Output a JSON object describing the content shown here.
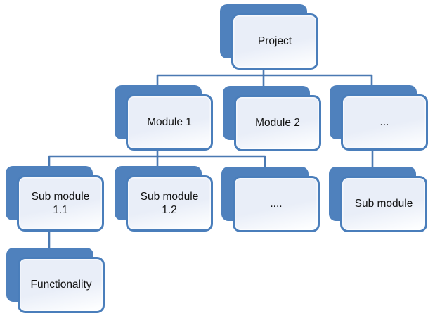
{
  "diagram": {
    "type": "hierarchy-tree",
    "nodes": [
      {
        "id": "project",
        "label": "Project",
        "level": 1
      },
      {
        "id": "module-1",
        "label": "Module 1",
        "level": 2
      },
      {
        "id": "module-2",
        "label": "Module 2",
        "level": 2
      },
      {
        "id": "modules-ellipsis",
        "label": "...",
        "level": 2
      },
      {
        "id": "sub-module-1-1",
        "label": "Sub module 1.1",
        "level": 3
      },
      {
        "id": "sub-module-1-2",
        "label": "Sub module 1.2",
        "level": 3
      },
      {
        "id": "sub-modules-ellipsis",
        "label": "....",
        "level": 3
      },
      {
        "id": "sub-module",
        "label": "Sub module",
        "level": 3
      },
      {
        "id": "functionality",
        "label": "Functionality",
        "level": 4
      }
    ],
    "edges": [
      {
        "from": "project",
        "to": "module-1"
      },
      {
        "from": "project",
        "to": "module-2"
      },
      {
        "from": "project",
        "to": "modules-ellipsis"
      },
      {
        "from": "module-1",
        "to": "sub-module-1-1"
      },
      {
        "from": "module-1",
        "to": "sub-module-1-2"
      },
      {
        "from": "module-1",
        "to": "sub-modules-ellipsis"
      },
      {
        "from": "modules-ellipsis",
        "to": "sub-module"
      },
      {
        "from": "sub-module-1-1",
        "to": "functionality"
      }
    ],
    "colors": {
      "panel_back_fill": "#4f81bd",
      "panel_front_border": "#4a7ebb",
      "panel_front_fill_top": "#e9eef8",
      "panel_front_fill_bottom": "#fdfeff",
      "connector": "#4a79b2",
      "text": "#111111",
      "background": "#ffffff"
    }
  }
}
